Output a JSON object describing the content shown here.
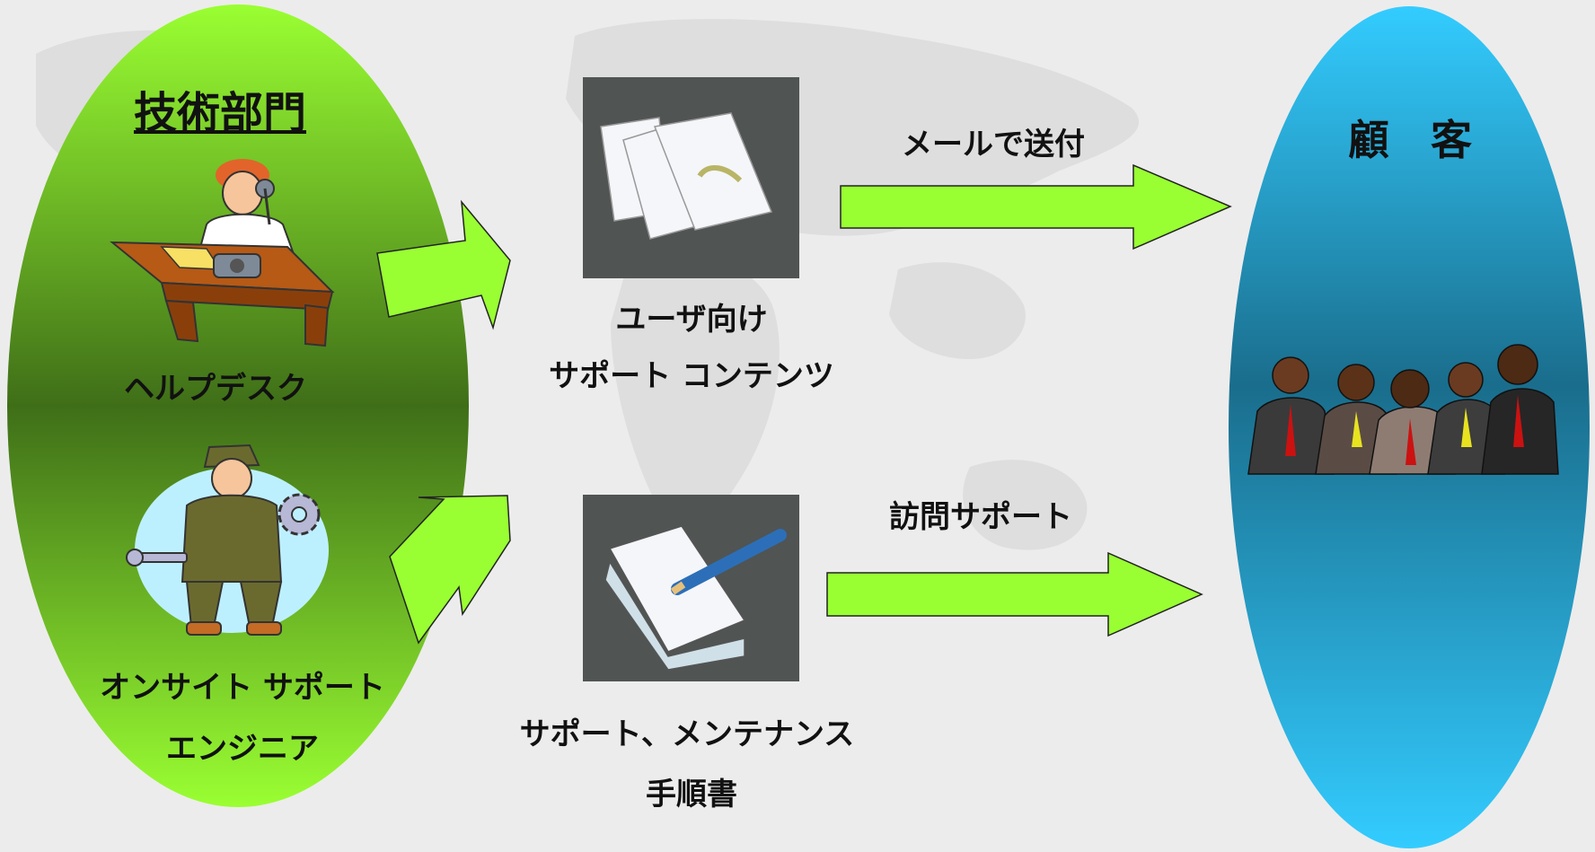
{
  "left_group": {
    "title": "技術部門",
    "helpdesk_label": "ヘルプデスク",
    "engineer_label_line1": "オンサイト サポート",
    "engineer_label_line2": "エンジニア",
    "color_top": "#9aff32",
    "color_middle": "#3f6e18"
  },
  "middle": {
    "content_label_line1": "ユーザ向け",
    "content_label_line2": "サポート  コンテンツ",
    "manual_label_line1": "サポート、メンテナンス",
    "manual_label_line2": "手順書"
  },
  "flows": {
    "top_arrow_label": "メールで送付",
    "bottom_arrow_label": "訪問サポート",
    "arrow_color": "#99ff33"
  },
  "right_group": {
    "title": "顧　客",
    "color_top": "#33ccff",
    "color_middle": "#1a6d8c"
  },
  "icons": {
    "background": "world-map-icon",
    "helpdesk": "helpdesk-person-icon",
    "engineer": "engineer-with-tools-icon",
    "documents": "documents-icon",
    "manual": "manual-with-pen-icon",
    "customers": "customer-group-icon"
  }
}
